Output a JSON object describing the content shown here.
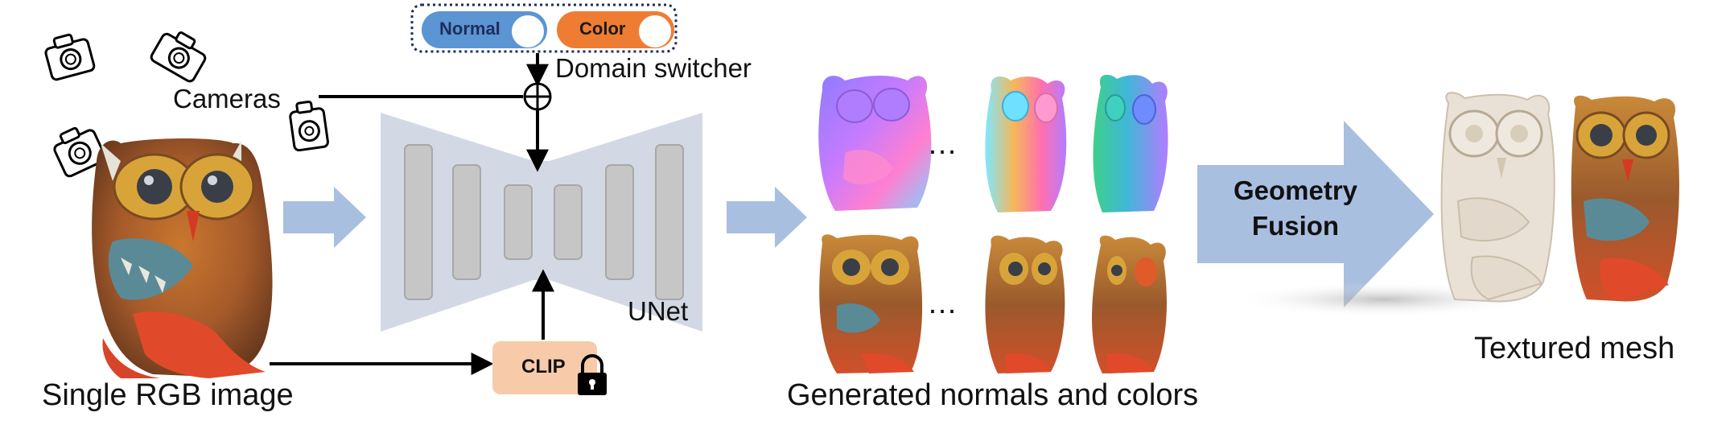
{
  "labels": {
    "cameras": "Cameras",
    "domain_switcher": "Domain switcher",
    "unet": "UNet",
    "clip": "CLIP",
    "single_rgb_image": "Single RGB image",
    "generated": "Generated normals and colors",
    "geometry_fusion_line1": "Geometry",
    "geometry_fusion_line2": "Fusion",
    "textured_mesh": "Textured mesh",
    "ellipsis": "…"
  },
  "switcher": {
    "normal_label": "Normal",
    "color_label": "Color"
  },
  "colors": {
    "normal_pill": "#5b95d3",
    "color_pill": "#ee7d33",
    "unet_body": "#d3d9e4",
    "unet_block": "#c6c6c6",
    "flow_arrow": "#a9bfe0",
    "clip_box": "#f7cba9"
  },
  "icons": [
    "camera-icon",
    "lock-icon",
    "circled-plus-icon"
  ]
}
